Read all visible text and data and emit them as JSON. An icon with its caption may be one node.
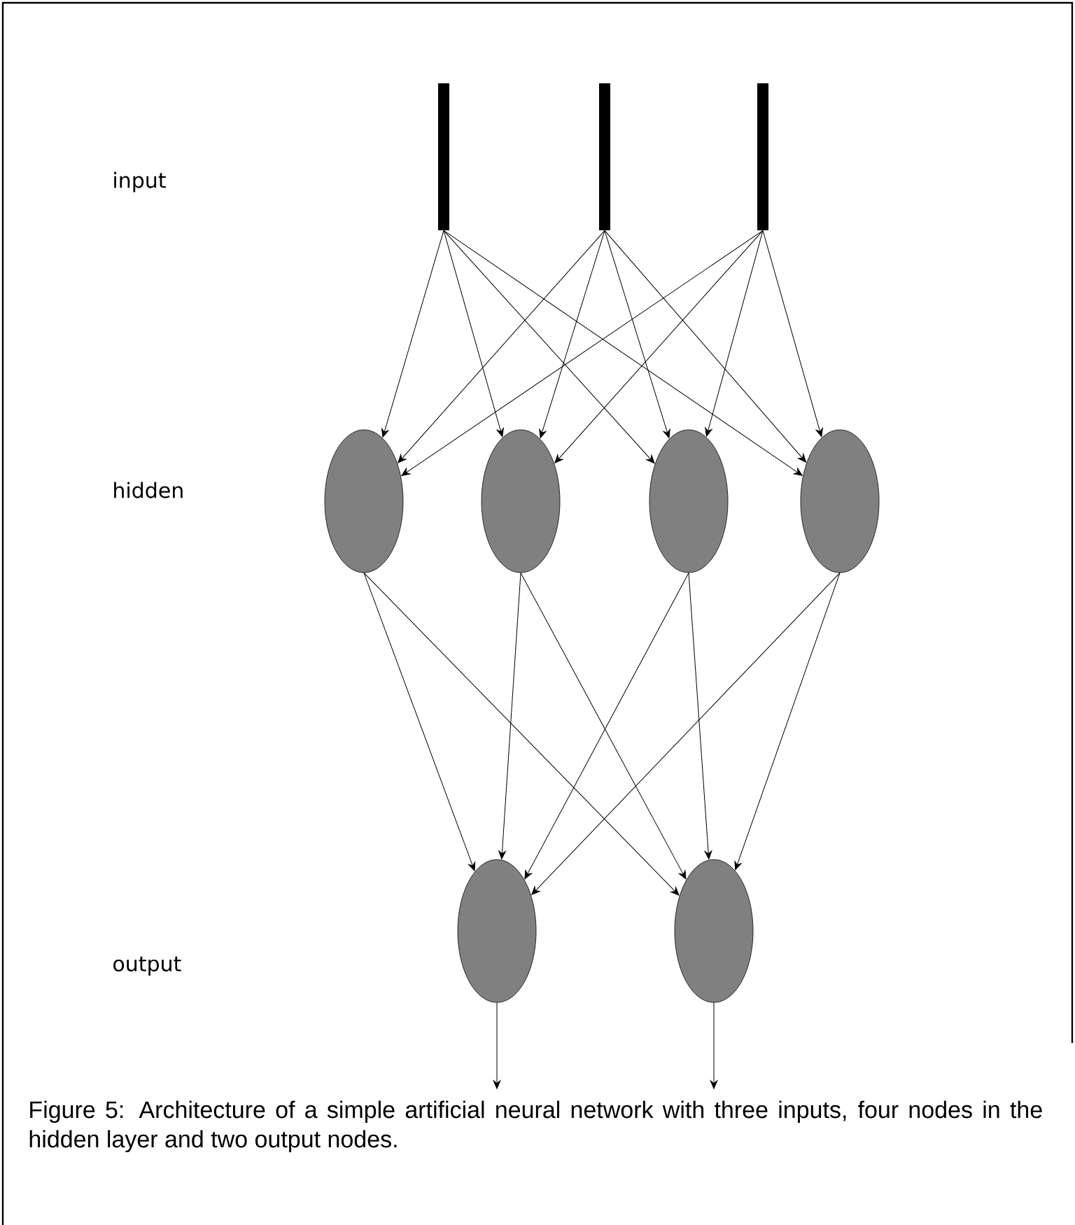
{
  "diagram": {
    "caption": "Figure 5: Architecture of a simple artificial neural network with three inputs, four nodes in the hidden layer and two output nodes.",
    "nodes": [
      {
        "text": [],
        "shape": "bar"
      },
      {
        "text": [],
        "shape": "bar"
      },
      {
        "text": [],
        "shape": "bar"
      },
      {
        "text": [],
        "shape": "ellipse"
      },
      {
        "text": [],
        "shape": "ellipse"
      },
      {
        "text": [],
        "shape": "ellipse"
      },
      {
        "text": [],
        "shape": "ellipse"
      },
      {
        "text": [],
        "shape": "ellipse"
      },
      {
        "text": [],
        "shape": "ellipse"
      }
    ],
    "edges": [
      {
        "from": 0,
        "to": 3,
        "arrow": "to"
      },
      {
        "from": 0,
        "to": 4,
        "arrow": "to"
      },
      {
        "from": 0,
        "to": 5,
        "arrow": "to"
      },
      {
        "from": 0,
        "to": 6,
        "arrow": "to"
      },
      {
        "from": 1,
        "to": 3,
        "arrow": "to"
      },
      {
        "from": 1,
        "to": 4,
        "arrow": "to"
      },
      {
        "from": 1,
        "to": 5,
        "arrow": "to"
      },
      {
        "from": 1,
        "to": 6,
        "arrow": "to"
      },
      {
        "from": 2,
        "to": 3,
        "arrow": "to"
      },
      {
        "from": 2,
        "to": 4,
        "arrow": "to"
      },
      {
        "from": 2,
        "to": 5,
        "arrow": "to"
      },
      {
        "from": 2,
        "to": 6,
        "arrow": "to"
      },
      {
        "from": 3,
        "to": 7,
        "arrow": "to"
      },
      {
        "from": 3,
        "to": 8,
        "arrow": "to"
      },
      {
        "from": 4,
        "to": 7,
        "arrow": "to"
      },
      {
        "from": 4,
        "to": 8,
        "arrow": "to"
      },
      {
        "from": 5,
        "to": 7,
        "arrow": "to"
      },
      {
        "from": 5,
        "to": 8,
        "arrow": "to"
      },
      {
        "from": 6,
        "to": 7,
        "arrow": "to"
      },
      {
        "from": 6,
        "to": 8,
        "arrow": "to"
      },
      {
        "from": 7,
        "to": null,
        "arrow": "to"
      },
      {
        "from": 8,
        "to": null,
        "arrow": "to"
      }
    ],
    "labels": [
      "input",
      "hidden",
      "output"
    ]
  }
}
